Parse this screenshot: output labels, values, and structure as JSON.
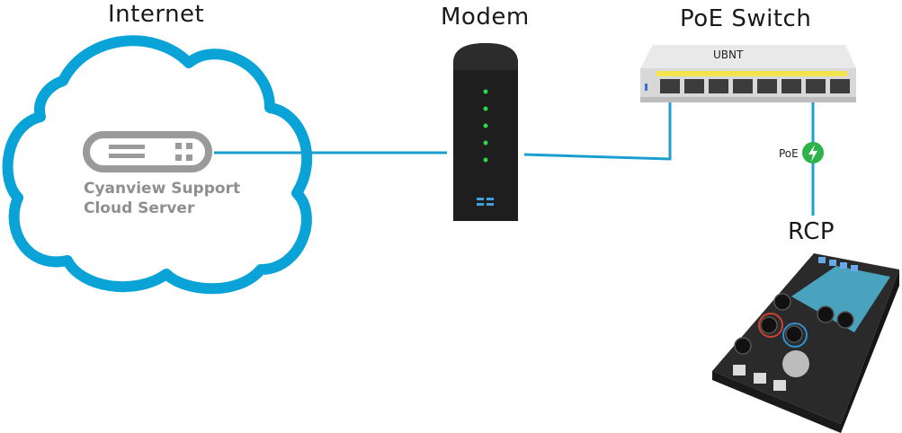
{
  "labels": {
    "internet": "Internet",
    "modem": "Modem",
    "switch": "PoE Switch",
    "rcp": "RCP",
    "server_line1": "Cyanview Support",
    "server_line2": "Cloud Server",
    "poe_badge": "PoE",
    "switch_brand": "UBNT"
  },
  "colors": {
    "cloud": "#0aa3d8",
    "link": "#1a9fcf",
    "server_icon": "#9a9a9a",
    "poe_badge": "#2eb24a",
    "modem_body": "#1e1e1e",
    "modem_led": "#2fd64a",
    "switch_body": "#d8d8d8",
    "switch_band": "#f2e44a",
    "rcp_body": "#2a2a2a",
    "rcp_screen": "#4fb8d8"
  },
  "icons": [
    "cloud-icon",
    "server-icon",
    "modem-icon",
    "switch-icon",
    "poe-icon",
    "rcp-panel-icon"
  ]
}
